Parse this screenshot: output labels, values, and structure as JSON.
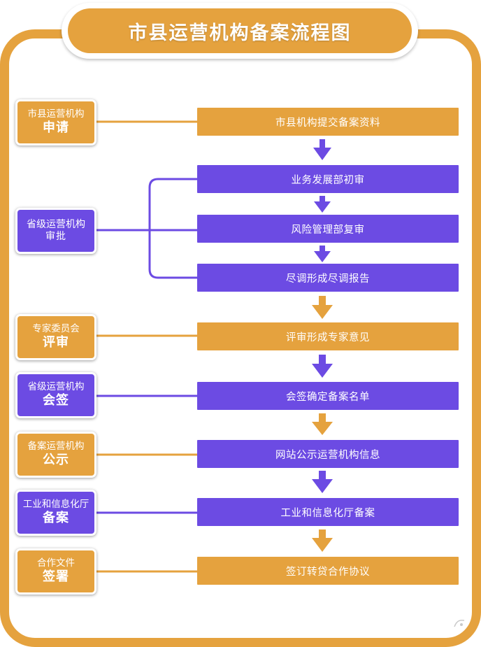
{
  "title": "市县运营机构备案流程图",
  "colors": {
    "orange": "#e5a23e",
    "purple": "#6c4be3"
  },
  "stages": [
    {
      "line1": "市县运营机构",
      "line2": "申请",
      "color": "orange"
    },
    {
      "line1": "省级运营机构",
      "line2": "审批",
      "color": "purple"
    },
    {
      "line1": "专家委员会",
      "line2": "评审",
      "color": "orange"
    },
    {
      "line1": "省级运营机构",
      "line2": "会签",
      "color": "purple"
    },
    {
      "line1": "备案运营机构",
      "line2": "公示",
      "color": "orange"
    },
    {
      "line1": "工业和信息化厅",
      "line2": "备案",
      "color": "purple"
    },
    {
      "line1": "合作文件",
      "line2": "签署",
      "color": "orange"
    }
  ],
  "steps": [
    {
      "text": "市县机构提交备案资料",
      "color": "orange"
    },
    {
      "text": "业务发展部初审",
      "color": "purple"
    },
    {
      "text": "风险管理部复审",
      "color": "purple"
    },
    {
      "text": "尽调形成尽调报告",
      "color": "purple"
    },
    {
      "text": "评审形成专家意见",
      "color": "orange"
    },
    {
      "text": "会签确定备案名单",
      "color": "purple"
    },
    {
      "text": "网站公示运营机构信息",
      "color": "purple"
    },
    {
      "text": "工业和信息化厅备案",
      "color": "purple"
    },
    {
      "text": "签订转贷合作协议",
      "color": "orange"
    }
  ]
}
